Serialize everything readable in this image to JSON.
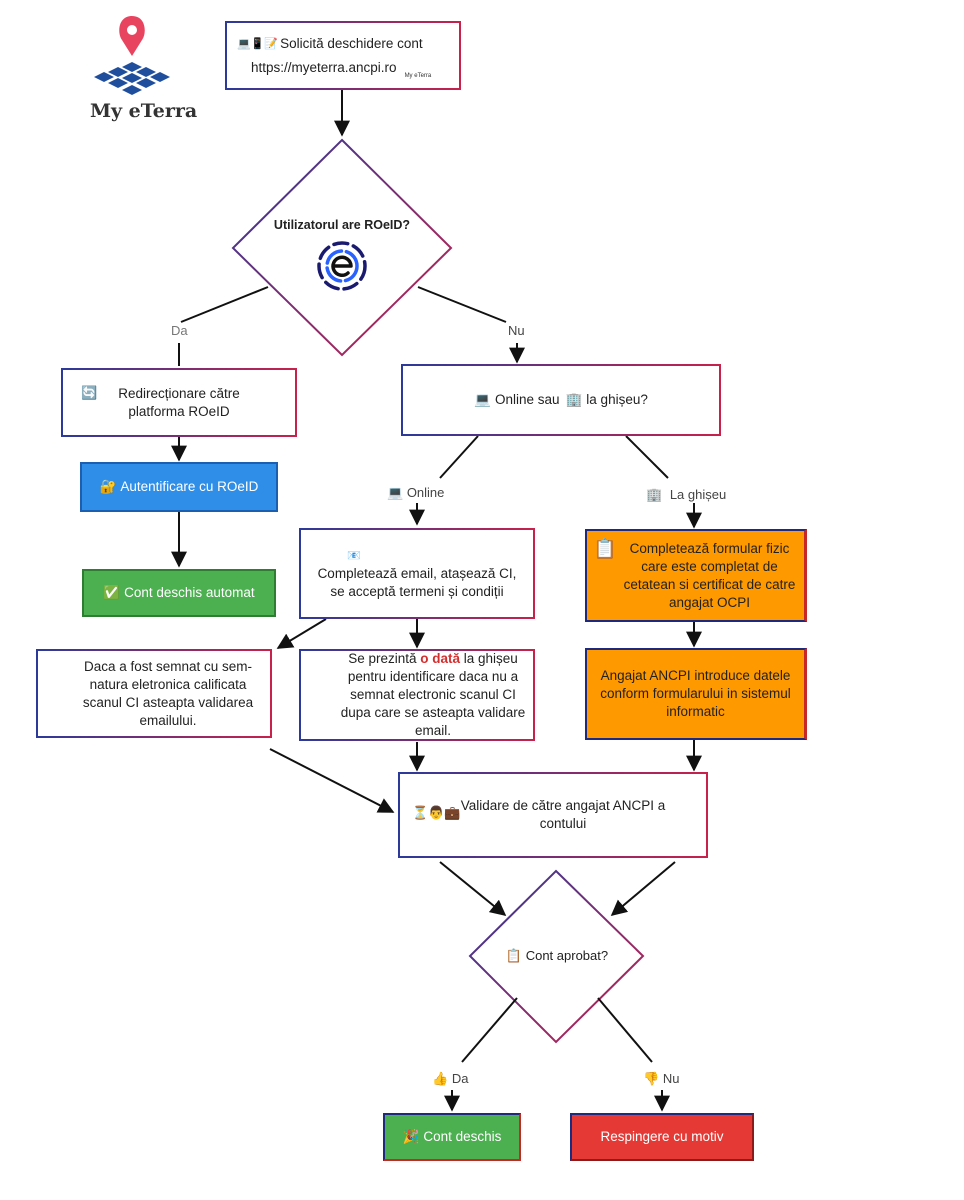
{
  "logo": {
    "text": "My eTerra"
  },
  "nodes": {
    "start": {
      "line1": "Solicită deschidere cont",
      "line2": "https://myeterra.ancpi.ro",
      "mini_logo": "My eTerra",
      "icons": "💻📱📝"
    },
    "q_roeid": {
      "text": "Utilizatorul are ROeID?"
    },
    "redirect": {
      "icon": "🔄",
      "text": "Redirecționare către platforma ROeID"
    },
    "auth": {
      "icon": "🔐",
      "text": "Autentificare cu ROeID"
    },
    "auto_open": {
      "icon": "✅",
      "text": "Cont deschis automat"
    },
    "q_channel": {
      "icon1": "💻",
      "text1": "Online sau",
      "icon2": "🏢",
      "text2": "la ghișeu?"
    },
    "fill_email": {
      "icon": "📧",
      "text": "Completează email, atașează CI, se acceptă termeni și condiții"
    },
    "signed": {
      "text": "Daca a fost  semnat  cu sem-natura eletronica calificata scanul CI asteapta validarea emailului."
    },
    "office_once": {
      "before": "Se prezintă ",
      "emph": "o dată",
      "after": " la ghișeu pentru identificare daca nu a semnat electronic scanul CI dupa care se asteapta validare email."
    },
    "form_phys": {
      "icon": "📋",
      "text": "Completează  formular fizic care este completat de cetatean si certificat de catre angajat OCPI"
    },
    "employee_enter": {
      "text": "Angajat ANCPI introduce datele conform formularului in sistemul informatic"
    },
    "validate": {
      "icons": "⏳👨💼",
      "text": "Validare de către angajat ANCPI a contului"
    },
    "q_approved": {
      "icon": "📋",
      "text": "Cont aprobat?"
    },
    "opened": {
      "icon": "🎉",
      "text": "Cont deschis"
    },
    "rejected": {
      "text": "Respingere cu motiv"
    }
  },
  "edge_labels": {
    "da1": "Da",
    "nu1": "Nu",
    "online": {
      "icon": "💻",
      "text": "Online"
    },
    "ghiseu": {
      "icon": "🏢",
      "text": "La ghișeu"
    },
    "da2": {
      "icon": "👍",
      "text": "Da"
    },
    "nu2": {
      "icon": "👎",
      "text": "Nu"
    }
  },
  "colors": {
    "blue_fill": "#2f8fe8",
    "green_fill": "#4caf50",
    "orange_fill": "#ff9900",
    "red_fill": "#e53935",
    "emphasis_red": "#d32f2f",
    "border_blue": "#2b3a9a",
    "border_red": "#c8214b"
  }
}
